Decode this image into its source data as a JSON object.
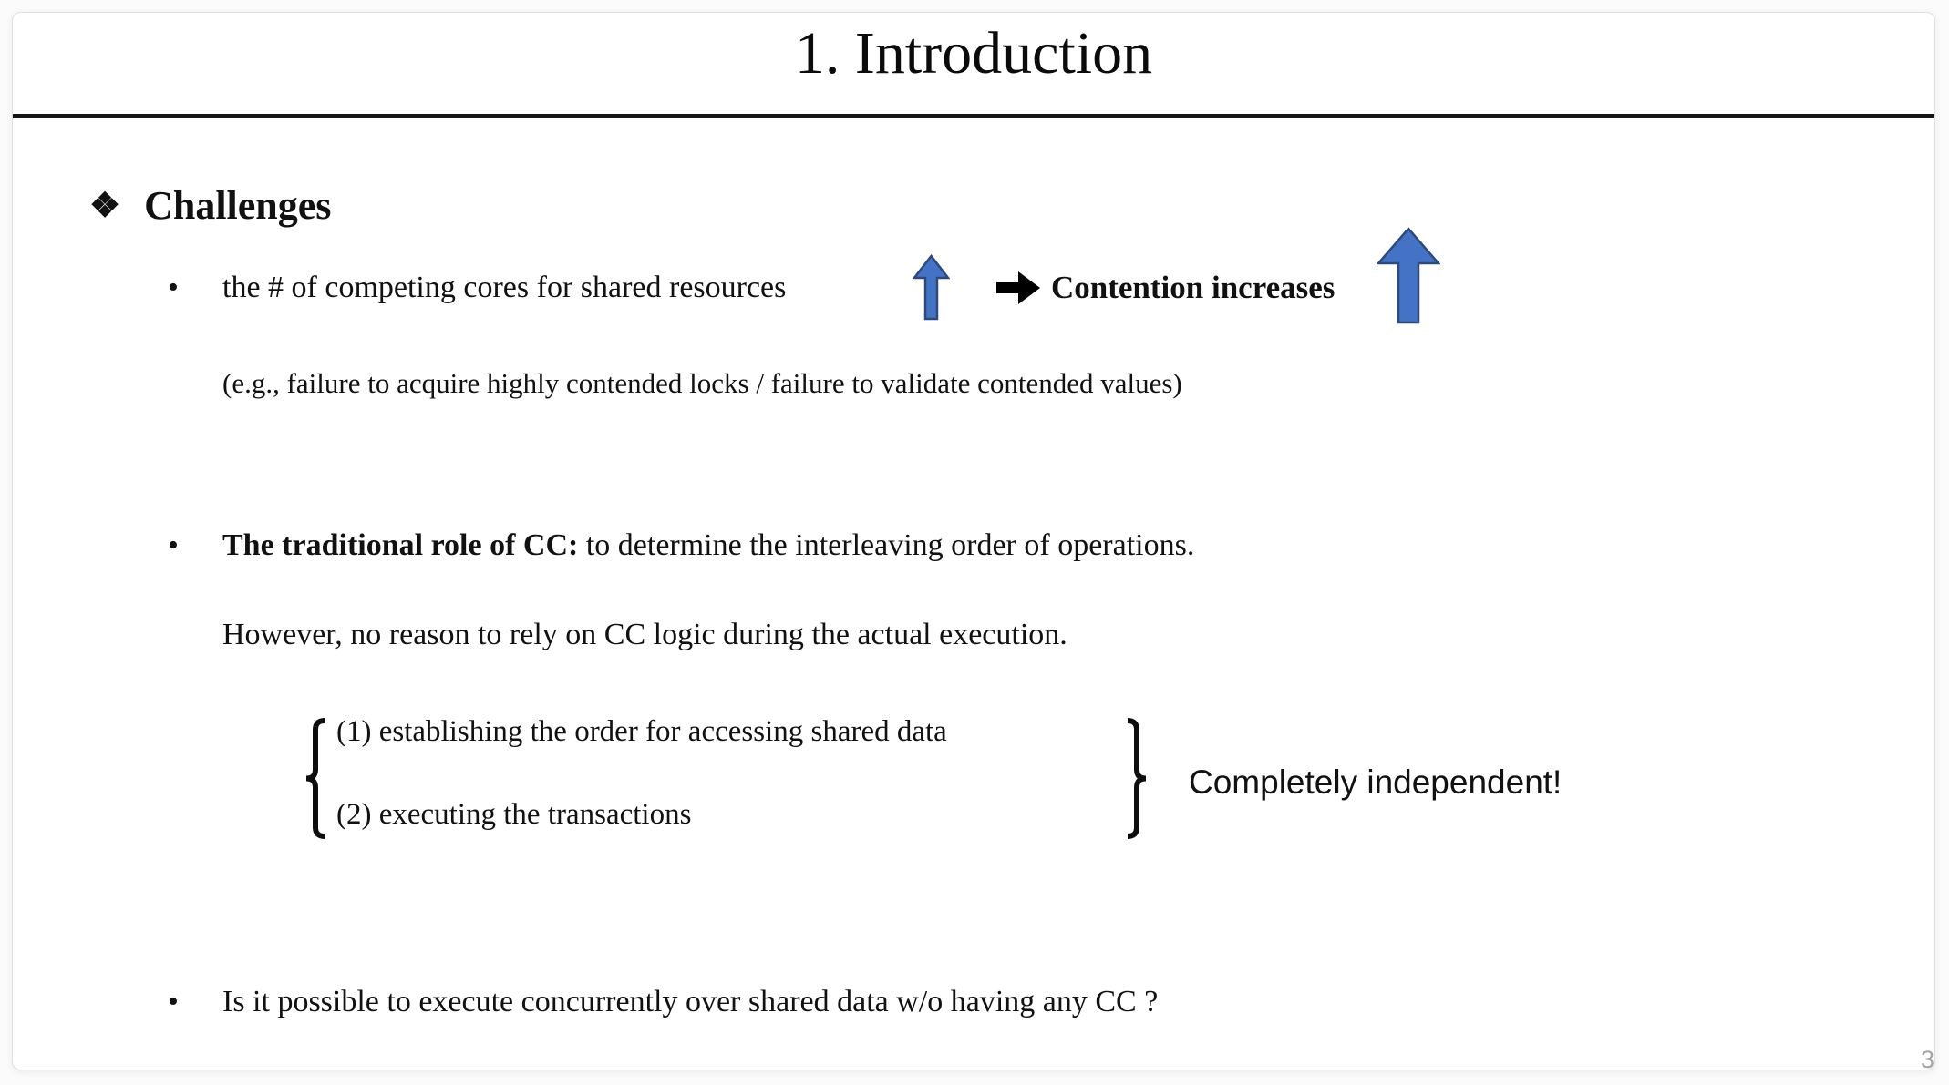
{
  "slide": {
    "title": "1. Introduction",
    "page_number": "3",
    "heading": {
      "glyph": "❖",
      "text": "Challenges"
    },
    "bullet1": {
      "marker": "•",
      "text": "the # of competing cores for shared resources",
      "result_text": "Contention increases",
      "subtext": "(e.g., failure to acquire highly contended locks / failure to validate contended values)"
    },
    "bullet2": {
      "marker": "•",
      "lead_bold": "The traditional role of CC:",
      "lead_rest": " to determine the interleaving order of operations.",
      "line2": "However, no reason to rely on CC logic during the actual execution."
    },
    "group": {
      "item1": "(1) establishing the order for accessing shared data",
      "item2": "(2) executing the transactions",
      "annotation": "Completely independent!"
    },
    "bullet3": {
      "marker": "•",
      "text": "Is it possible to execute concurrently over shared data w/o having any CC ?"
    },
    "colors": {
      "arrow_fill": "#4472c4",
      "arrow_stroke": "#2e4a7d",
      "black_arrow": "#000000",
      "divider": "#141414",
      "page_number_gray": "#a6a6a6"
    }
  }
}
